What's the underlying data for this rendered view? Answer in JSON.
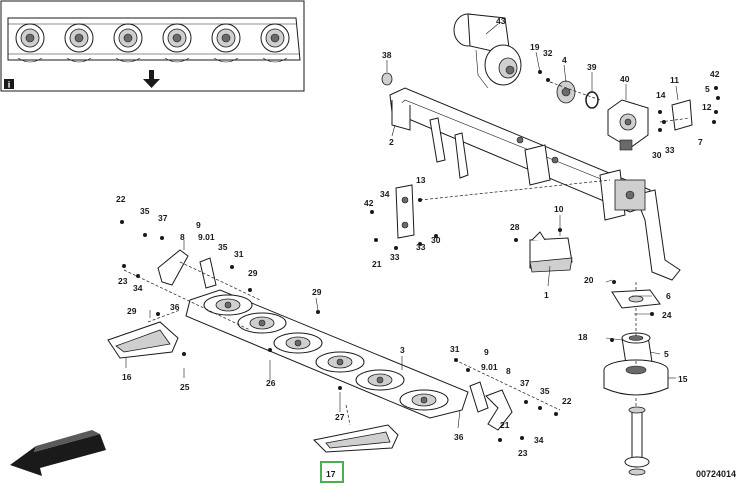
{
  "diagram_ref": "00724014",
  "highlight_color": "#4caf50",
  "info_icon": "info-icon",
  "inset": {
    "arrow_icon": "down-arrow-icon",
    "disc_count": 6
  },
  "direction_arrow_icon": "travel-direction-arrow-icon",
  "labels": {
    "p43": "43",
    "p38": "38",
    "p19": "19",
    "p32": "32",
    "p4": "4",
    "p39": "39",
    "p40": "40",
    "p11": "11",
    "p42a": "42",
    "p14": "14",
    "p5a": "5",
    "p12": "12",
    "p2": "2",
    "p30": "30",
    "p33a": "33",
    "p7": "7",
    "p34a": "34",
    "p13": "13",
    "p42b": "42",
    "p21a": "21",
    "p33b": "33",
    "p33c": "33",
    "p30b": "30",
    "p10": "10",
    "p28": "28",
    "p1": "1",
    "p22a": "22",
    "p35a": "35",
    "p37a": "37",
    "p8a": "8",
    "p9a": "9",
    "p901a": "9.01",
    "p35b": "35",
    "p31a": "31",
    "p29a": "29",
    "p23a": "23",
    "p34b": "34",
    "p36a": "36",
    "p29b": "29",
    "p29c": "29",
    "p16": "16",
    "p25": "25",
    "p26": "26",
    "p3": "3",
    "p27": "27",
    "p17": "17",
    "p31b": "31",
    "p9b": "9",
    "p901b": "9.01",
    "p8b": "8",
    "p37b": "37",
    "p35c": "35",
    "p22b": "22",
    "p34c": "34",
    "p21b": "21",
    "p36b": "36",
    "p23b": "23",
    "p20": "20",
    "p6": "6",
    "p24": "24",
    "p18": "18",
    "p5b": "5",
    "p15": "15"
  }
}
